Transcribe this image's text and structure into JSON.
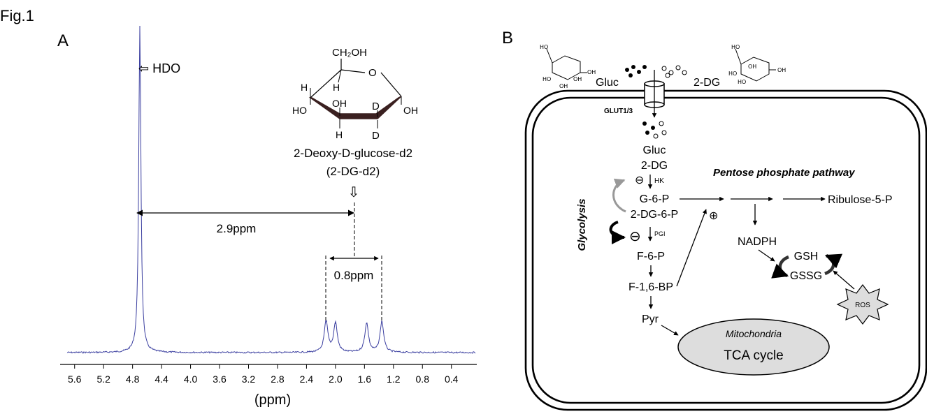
{
  "figure": {
    "title": "Fig.1",
    "panel_a_label": "A",
    "panel_b_label": "B"
  },
  "chart_data": {
    "type": "line",
    "title": "",
    "xlabel": "(ppm)",
    "ylabel": "",
    "x_reversed": true,
    "xlim": [
      5.8,
      0.05
    ],
    "ticks": [
      "5.6",
      "5.2",
      "4.8",
      "4.4",
      "4.0",
      "3.6",
      "3.2",
      "2.8",
      "2.4",
      "2.0",
      "1.6",
      "1.2",
      "0.8",
      "0.4"
    ],
    "tick_values": [
      5.6,
      5.2,
      4.8,
      4.4,
      4.0,
      3.6,
      3.2,
      2.8,
      2.4,
      2.0,
      1.6,
      1.2,
      0.8,
      0.4
    ],
    "peaks": [
      {
        "ppm": 4.7,
        "height": 1.0
      },
      {
        "ppm": 2.13,
        "height": 0.095
      },
      {
        "ppm": 2.0,
        "height": 0.09
      },
      {
        "ppm": 1.57,
        "height": 0.09
      },
      {
        "ppm": 1.36,
        "height": 0.095
      }
    ],
    "series_color": "#3b3fa0",
    "annotations": {
      "hdo": "⇦ HDO",
      "shift_large": "2.9ppm",
      "shift_small": "0.8ppm",
      "compound_name": "2-Deoxy-D-glucose-d2",
      "compound_abbr": "(2-DG-d2)",
      "down_arrow": "⇩"
    },
    "molecule": {
      "ch2oh": "CH₂OH",
      "ring_o": "O",
      "h1": "H",
      "h2": "H",
      "h3": "H",
      "ho": "HO",
      "oh1": "OH",
      "oh2": "OH",
      "d1": "D",
      "d2": "D",
      "deuterium_color": "#e07020"
    }
  },
  "pathway": {
    "gluc_outside": "Gluc",
    "twodg_outside": "2-DG",
    "transporter": "GLUT1/3",
    "gluc_inside": "Gluc",
    "twodg_inside": "2-DG",
    "hk": "HK",
    "g6p": "G-6-P",
    "twodg6p": "2-DG-6-P",
    "pgi": "PGI",
    "glycolysis": "Glycolysis",
    "f6p": "F-6-P",
    "f16bp": "F-1,6-BP",
    "pyr": "Pyr",
    "ppp": "Pentose phosphate pathway",
    "ribulose": "Ribulose-5-P",
    "nadph": "NADPH",
    "gsh": "GSH",
    "gssg": "GSSG",
    "ros": "ROS",
    "mito": "Mitochondria",
    "tca": "TCA cycle",
    "minus": "⊖",
    "plus": "⊕"
  }
}
